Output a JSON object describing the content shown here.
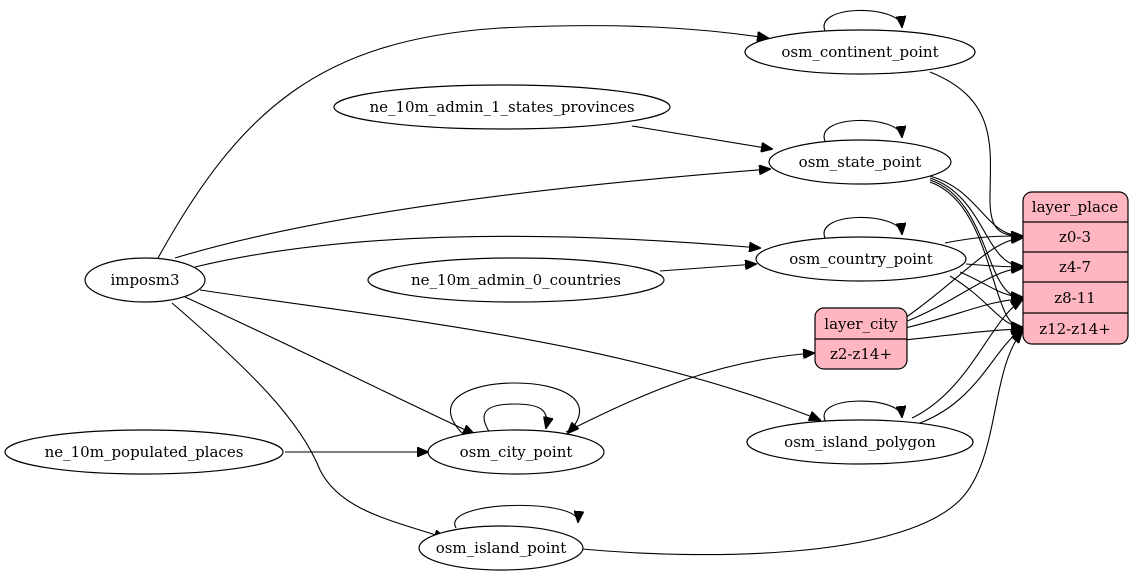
{
  "diagram": {
    "record_fill": "#ffb6c1",
    "node_fill": "#ffffff",
    "stroke_color": "#000000",
    "nodes": {
      "imposm3": "imposm3",
      "ne_states": "ne_10m_admin_1_states_provinces",
      "ne_countries": "ne_10m_admin_0_countries",
      "ne_populated": "ne_10m_populated_places",
      "continent": "osm_continent_point",
      "state": "osm_state_point",
      "country": "osm_country_point",
      "city": "osm_city_point",
      "island_polygon": "osm_island_polygon",
      "island_point": "osm_island_point"
    },
    "layer_city": {
      "title": "layer_city",
      "fields": [
        "z2-z14+"
      ]
    },
    "layer_place": {
      "title": "layer_place",
      "fields": [
        "z0-3",
        "z4-7",
        "z8-11",
        "z12-z14+"
      ]
    }
  }
}
